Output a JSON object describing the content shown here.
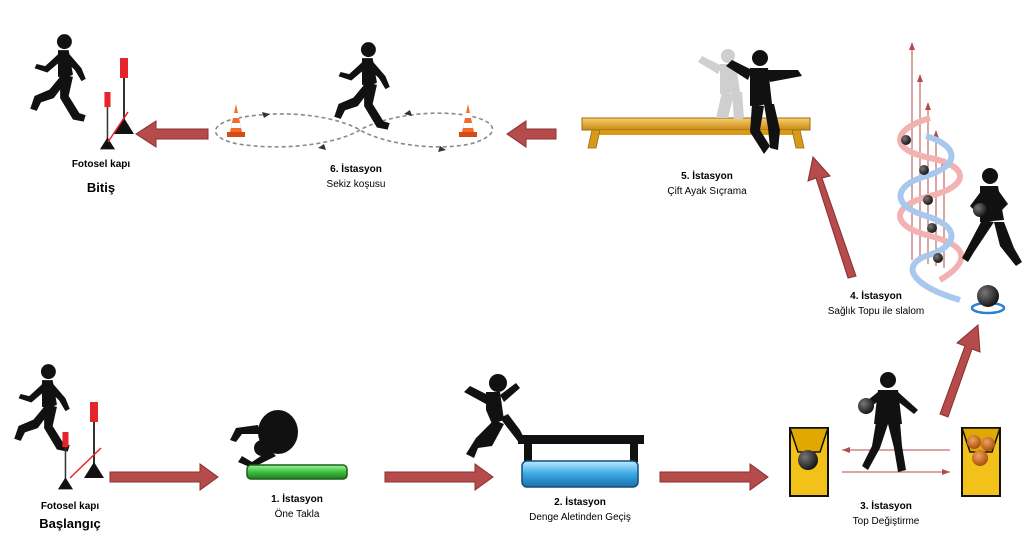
{
  "start": {
    "gate_label": "Fotosel kapı",
    "title": "Başlangıç"
  },
  "finish": {
    "gate_label": "Fotosel kapı",
    "title": "Bitiş"
  },
  "stations": [
    {
      "title": "1. İstasyon",
      "desc": "Öne Takla"
    },
    {
      "title": "2. İstasyon",
      "desc": "Denge Aletinden Geçiş"
    },
    {
      "title": "3. İstasyon",
      "desc": "Top Değiştirme"
    },
    {
      "title": "4. İstasyon",
      "desc": "Sağlık Topu ile slalom"
    },
    {
      "title": "5. İstasyon",
      "desc": "Çift Ayak Sıçrama"
    },
    {
      "title": "6. İstasyon",
      "desc": "Sekiz koşusu"
    }
  ],
  "colors": {
    "arrow": "#b54b4b",
    "mat": "#3fbf3f",
    "beam": "#39a9e6",
    "bench": "#e5a422",
    "box": "#f2c21b",
    "cone": "#f26b2a",
    "silhouette": "#111111"
  }
}
